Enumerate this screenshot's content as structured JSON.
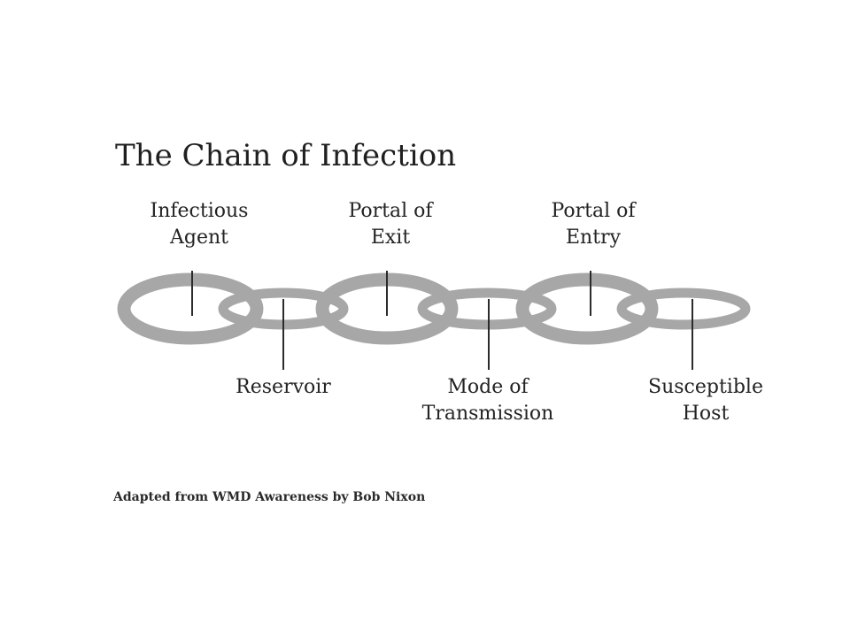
{
  "title": "The Chain of Infection",
  "links": [
    {
      "label_lines": [
        "Infectious",
        "Agent"
      ]
    },
    {
      "label_lines": [
        "Reservoir"
      ]
    },
    {
      "label_lines": [
        "Portal of",
        "Exit"
      ]
    },
    {
      "label_lines": [
        "Mode of",
        "Transmission"
      ]
    },
    {
      "label_lines": [
        "Portal of",
        "Entry"
      ]
    },
    {
      "label_lines": [
        "Susceptible",
        "Host"
      ]
    }
  ],
  "credit": "Adapted from WMD Awareness by Bob Nixon",
  "colors": {
    "link": "#a7a7a7",
    "text": "#1f1f1f",
    "pointer": "#2b2b2b"
  }
}
